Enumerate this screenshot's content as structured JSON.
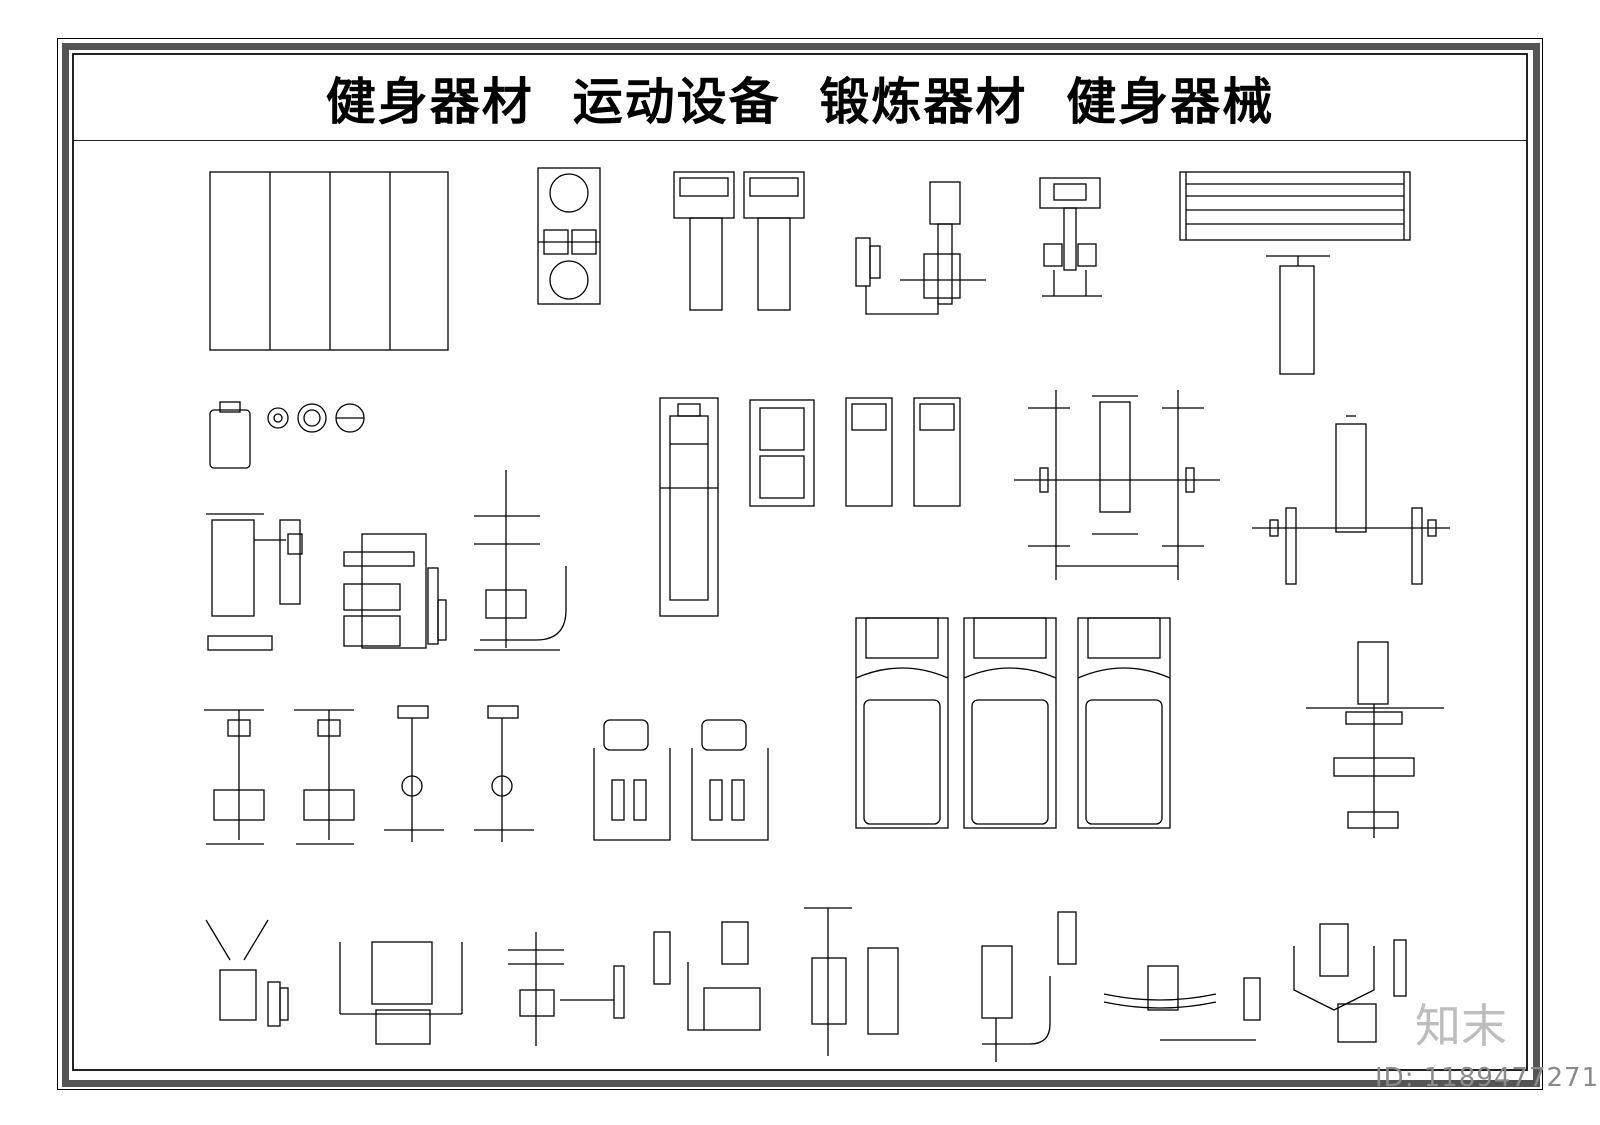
{
  "sheet": {
    "title": "健身器材  运动设备  锻炼器材  健身器械"
  },
  "watermark": {
    "logo_text": "知末",
    "id_text": "ID: 1189477271"
  },
  "colors": {
    "line": "#000000",
    "frame": "#555555",
    "watermark": "#bdbdbd"
  }
}
